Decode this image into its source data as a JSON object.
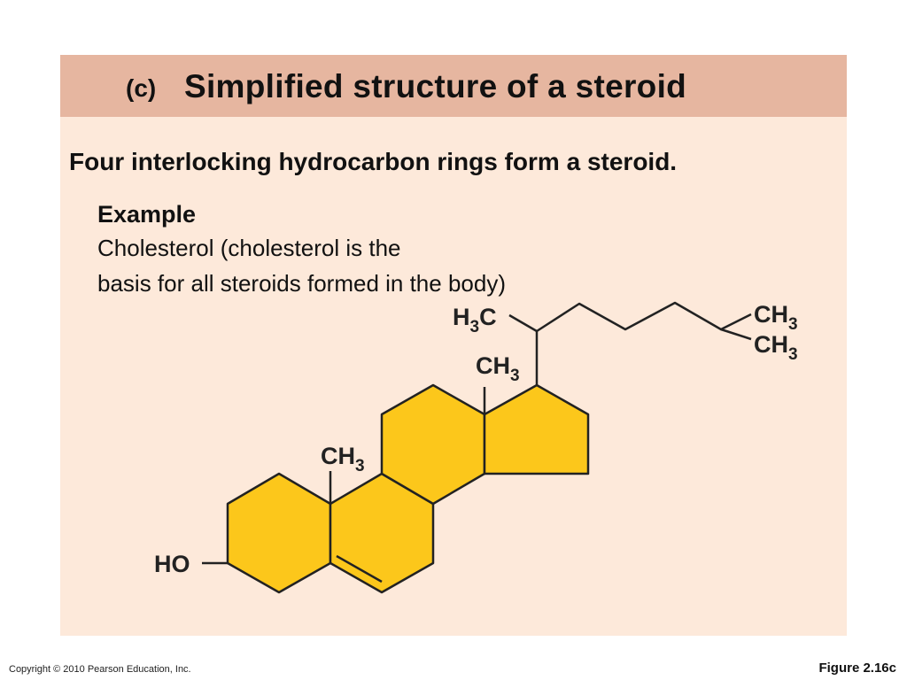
{
  "title": {
    "label": "(c)",
    "text": "Simplified structure of a steroid"
  },
  "subtitle": "Four interlocking hydrocarbon rings form a steroid.",
  "example": {
    "heading": "Example",
    "line1": "Cholesterol (cholesterol is the",
    "line2": "basis for all steroids formed in the body)"
  },
  "molecule": {
    "ring_fill": "#fcc71b",
    "bond_color": "#222222",
    "labels": {
      "hydroxyl": "HO",
      "methyl_c10": {
        "main": "CH",
        "sub": "3"
      },
      "methyl_c13": {
        "main": "CH",
        "sub": "3"
      },
      "methyl_side": {
        "pre": "H",
        "sub": "3",
        "post": "C"
      },
      "terminal_1": {
        "main": "CH",
        "sub": "3"
      },
      "terminal_2": {
        "main": "CH",
        "sub": "3"
      }
    }
  },
  "footer": {
    "copyright": "Copyright © 2010 Pearson Education, Inc.",
    "figure": "Figure 2.16c"
  }
}
